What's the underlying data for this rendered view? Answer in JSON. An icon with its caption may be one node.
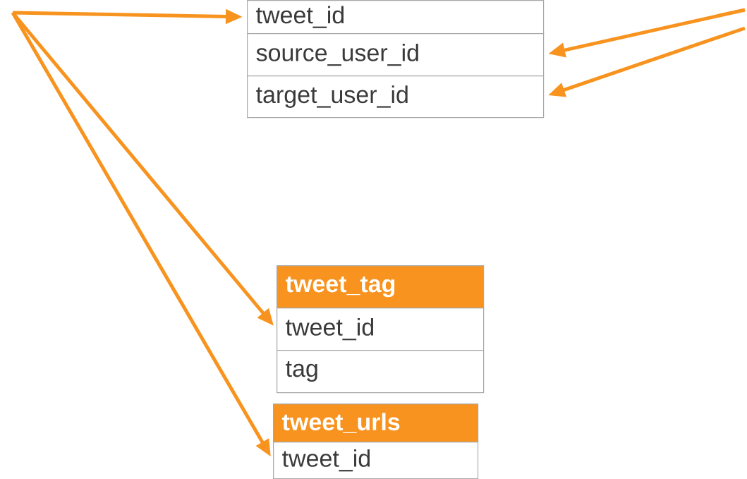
{
  "diagram": {
    "nodes": [
      {
        "text": [
          "tweet_id"
        ]
      },
      {
        "text": [
          "source_user_id"
        ]
      },
      {
        "text": [
          "target_user_id"
        ]
      },
      {
        "text": [
          "tweet_tag"
        ]
      },
      {
        "text": [
          "tweet_id"
        ]
      },
      {
        "text": [
          "tag"
        ]
      },
      {
        "text": [
          "tweet_urls"
        ]
      },
      {
        "text": [
          "tweet_id"
        ]
      }
    ],
    "edges": [
      {
        "from": null,
        "to": 0,
        "arrow": "to"
      },
      {
        "from": null,
        "to": 4,
        "arrow": "to"
      },
      {
        "from": null,
        "to": 7,
        "arrow": "to"
      },
      {
        "from": null,
        "to": 1,
        "arrow": "to"
      },
      {
        "from": null,
        "to": 2,
        "arrow": "to"
      }
    ]
  }
}
